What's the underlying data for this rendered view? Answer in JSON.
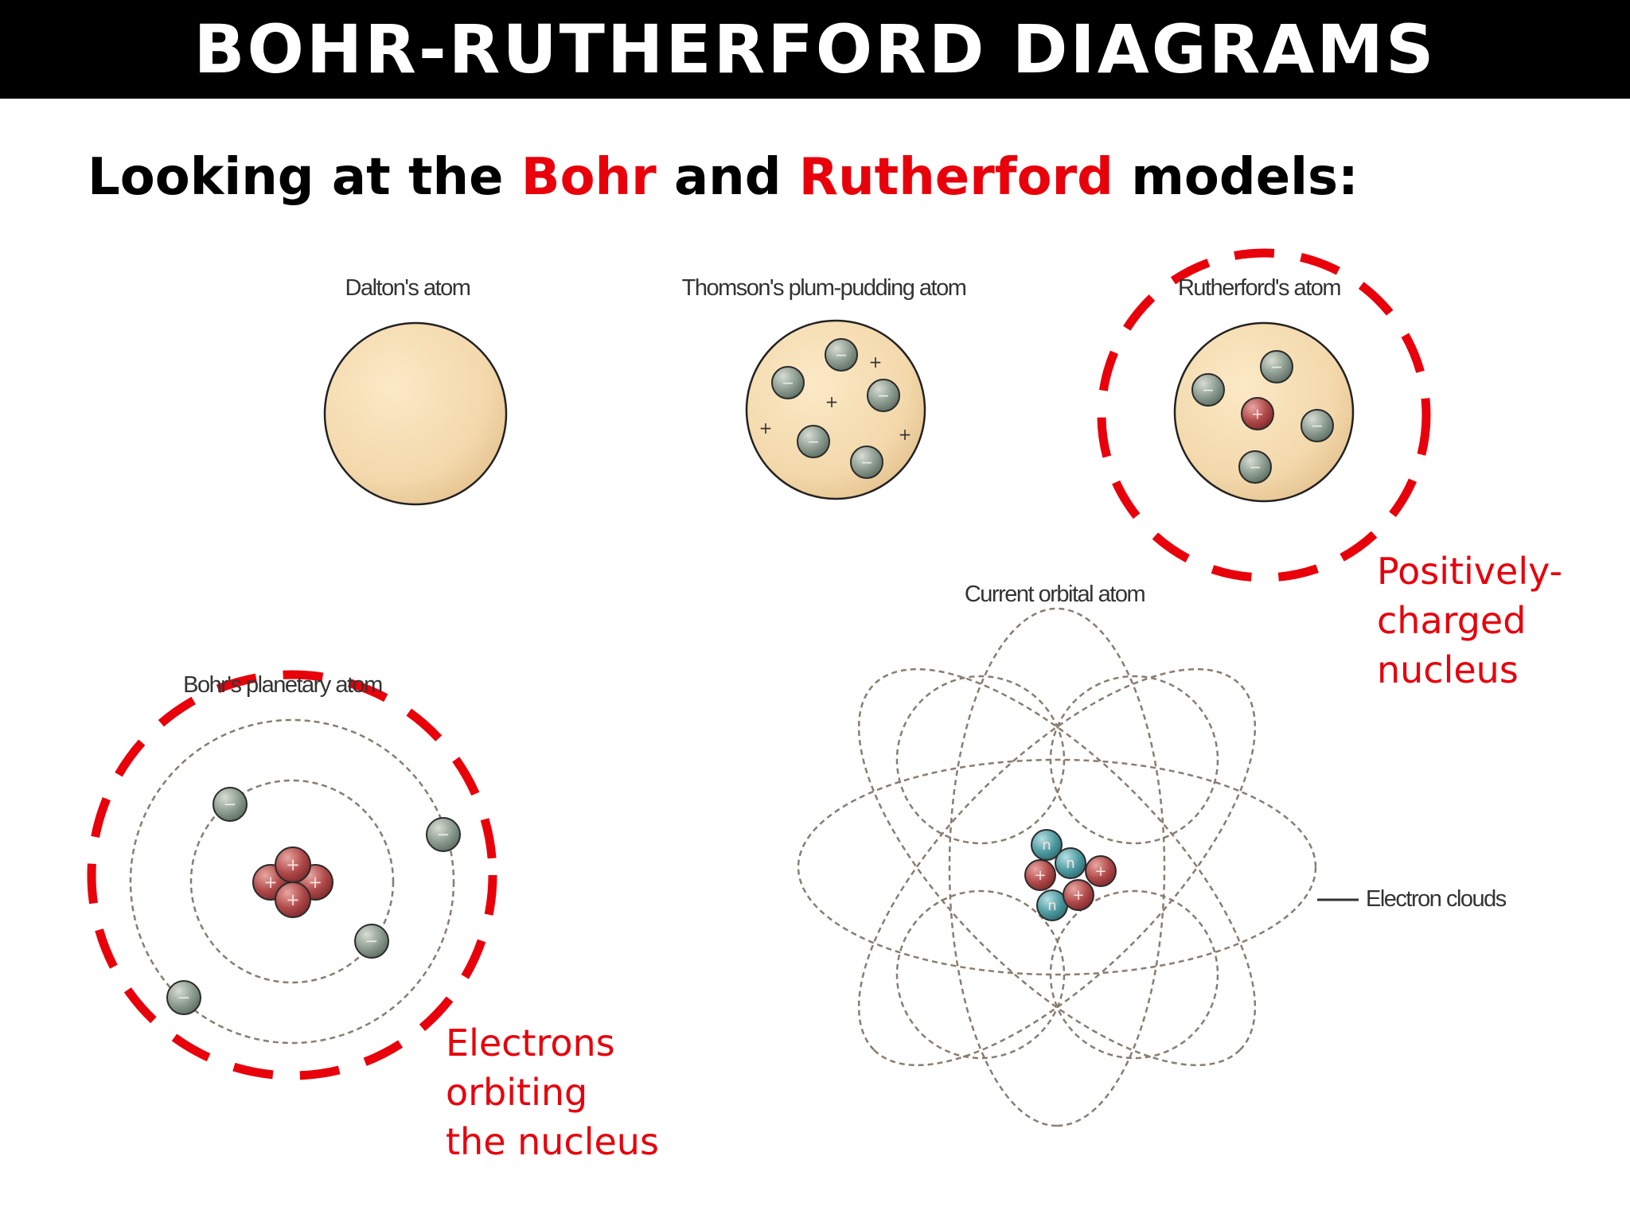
{
  "title": "BOHR-RUTHERFORD DIAGRAMS",
  "subtitle": {
    "prefix": "Looking at the ",
    "bohr": "Bohr",
    "middle": " and ",
    "rutherford": "Rutherford",
    "suffix": " models:"
  },
  "labels": {
    "dalton": "Dalton's atom",
    "thomson": "Thomson's plum-pudding atom",
    "rutherford": "Rutherford's atom",
    "current": "Current orbital atom",
    "bohr": "Bohr's planetary atom",
    "electron_clouds": "Electron clouds"
  },
  "annotations": {
    "rutherford": [
      "Positively-",
      "charged",
      "nucleus"
    ],
    "bohr": [
      "Electrons",
      "orbiting",
      "the nucleus"
    ]
  },
  "symbols": {
    "electron": "−",
    "proton": "+",
    "neutron": "n"
  },
  "colors": {
    "highlight": "#e8000b",
    "atom_fill": "#f5dcb0",
    "electron": "#7d8f82",
    "proton": "#a33a3c",
    "neutron": "#3f8d95"
  }
}
